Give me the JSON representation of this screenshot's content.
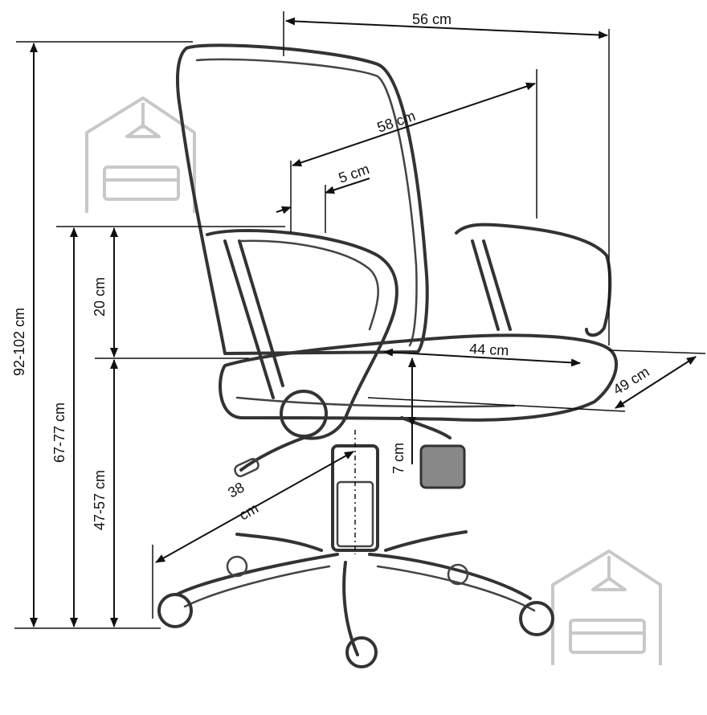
{
  "dimensions": {
    "top_width": "56 cm",
    "depth_back": "58 cm",
    "back_gap": "5 cm",
    "total_height": "92-102 cm",
    "arm_height": "67-77 cm",
    "arm_to_seat": "20 cm",
    "seat_height": "47-57 cm",
    "seat_width": "44 cm",
    "seat_depth": "49 cm",
    "seat_thickness": "7 cm",
    "base_radius_num": "38",
    "base_radius_unit": "cm"
  },
  "colors": {
    "outline": "#333333",
    "dimension_line": "#111111",
    "watermark": "#c8c8c8",
    "caster_fill": "#888888"
  },
  "icons": [
    "house-sofa-watermark-icon"
  ]
}
